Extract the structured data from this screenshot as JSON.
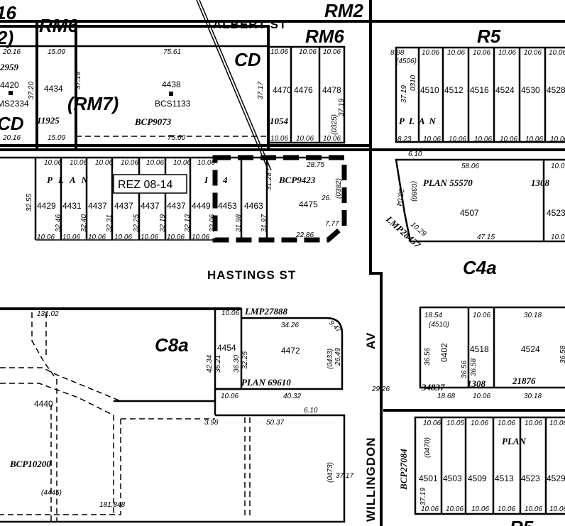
{
  "streets": {
    "albert": "ALBERT ST",
    "hastings": "HASTINGS ST",
    "willingdon": "WILLINGDON",
    "av": "AV"
  },
  "zones": {
    "z16": "16",
    "z2": "2)",
    "rm6_left": "RM6",
    "rm2": "RM2",
    "rm6_right": "RM6",
    "r5_top": "R5",
    "cd_left": "CD",
    "cd_mid": "CD",
    "rm7": "(RM7)",
    "c4a": "C4a",
    "c8a": "C8a",
    "r5_bottom": "R5"
  },
  "rezoning_label": "REZ 08-14",
  "top_block": {
    "dims": [
      "20.16",
      "15.09",
      "75.61",
      "37.20",
      "37.19",
      "20.16",
      "15.09",
      "75.60",
      "37.17"
    ],
    "lots": [
      "4420",
      "4434",
      "4438",
      "BCS1133",
      "MS2334"
    ],
    "plans": [
      "2959",
      "11925",
      "BCP9073"
    ],
    "rm6_lots": [
      "4470",
      "4476",
      "4478"
    ],
    "rm6_dims": [
      "10.06",
      "10.06",
      "10.06",
      "10.06",
      "10.06",
      "10.06",
      "37.19"
    ],
    "rm6_extra": [
      "1054",
      "(0325)"
    ]
  },
  "r5_top_block": {
    "lots": [
      "4510",
      "4512",
      "4516",
      "4524",
      "4530",
      "4528"
    ],
    "dims_top": [
      "8.98",
      "10.06",
      "10.06",
      "10.06",
      "10.06",
      "10.06",
      "10.06"
    ],
    "dims_bottom": [
      "8.23",
      "10.06",
      "10.06",
      "10.06",
      "10.06",
      "10.06",
      "10.06"
    ],
    "extra": [
      "(4506)",
      "0310",
      "37.19",
      "PLAN"
    ]
  },
  "hastings_north": {
    "lots": [
      "4429",
      "4431",
      "4437",
      "4437",
      "4437",
      "4437",
      "4449",
      "4453",
      "4463"
    ],
    "depths": [
      "32.55",
      "32.46",
      "32.40",
      "32.31",
      "32.25",
      "32.19",
      "32.13",
      "32.06",
      "31.98",
      "31.97"
    ],
    "widths": "10.06",
    "plan": "PLAN",
    "plan2": "I   5 4",
    "subject": {
      "plan": "BCP9423",
      "lot": "4475",
      "dims": [
        "28.75",
        "(0382)",
        "26.",
        "7.77",
        "22.86",
        "31.28"
      ]
    }
  },
  "parcel_4507": {
    "plan": "PLAN 55570",
    "lot": "4507",
    "dims": [
      "6.10",
      "58.06",
      "(0380)",
      "23.04",
      "10.29",
      "47.15"
    ],
    "lmp": "LMP28437",
    "neighbor_plan": "1308",
    "neighbor_lot": "4523",
    "neighbor_dims": [
      "10.06",
      "10.06"
    ]
  },
  "c8a_block": {
    "lots": [
      "4454",
      "4472",
      "4440",
      "(4445)"
    ],
    "lmp": "LMP27888",
    "plan": "PLAN 69610",
    "bcp": "BCP10200",
    "dims": [
      "10.06",
      "34.26",
      "9.47",
      "42.34",
      "36.21",
      "36.30",
      "32.25",
      "(0433)",
      "26.49",
      "10.06",
      "40.32",
      "6.10",
      "3.98",
      "50.37",
      "(0473)",
      "37.17",
      "131.02",
      "181.848",
      "29.26"
    ]
  },
  "east_mid_block": {
    "lots": [
      "4518",
      "4524",
      "0402",
      "(4510)"
    ],
    "plans": [
      "34837",
      "1308",
      "21876"
    ],
    "dims": [
      "18.54",
      "10.06",
      "30.18",
      "36.56",
      "36.56",
      "36.58",
      "18.68",
      "10.06",
      "30.18",
      "36.58"
    ]
  },
  "east_bottom_block": {
    "lots": [
      "4501",
      "4503",
      "4509",
      "4513",
      "4523",
      "4529"
    ],
    "dims_top": [
      "10.06",
      "10.05",
      "10.06",
      "10.06",
      "10.06",
      "10.06"
    ],
    "dims_bottom": [
      "10.06",
      "10.06",
      "10.06",
      "10.06",
      "10.06",
      "10.06"
    ],
    "extra": [
      "(0470)",
      "37.19",
      "PLAN",
      "BCP27084"
    ]
  }
}
